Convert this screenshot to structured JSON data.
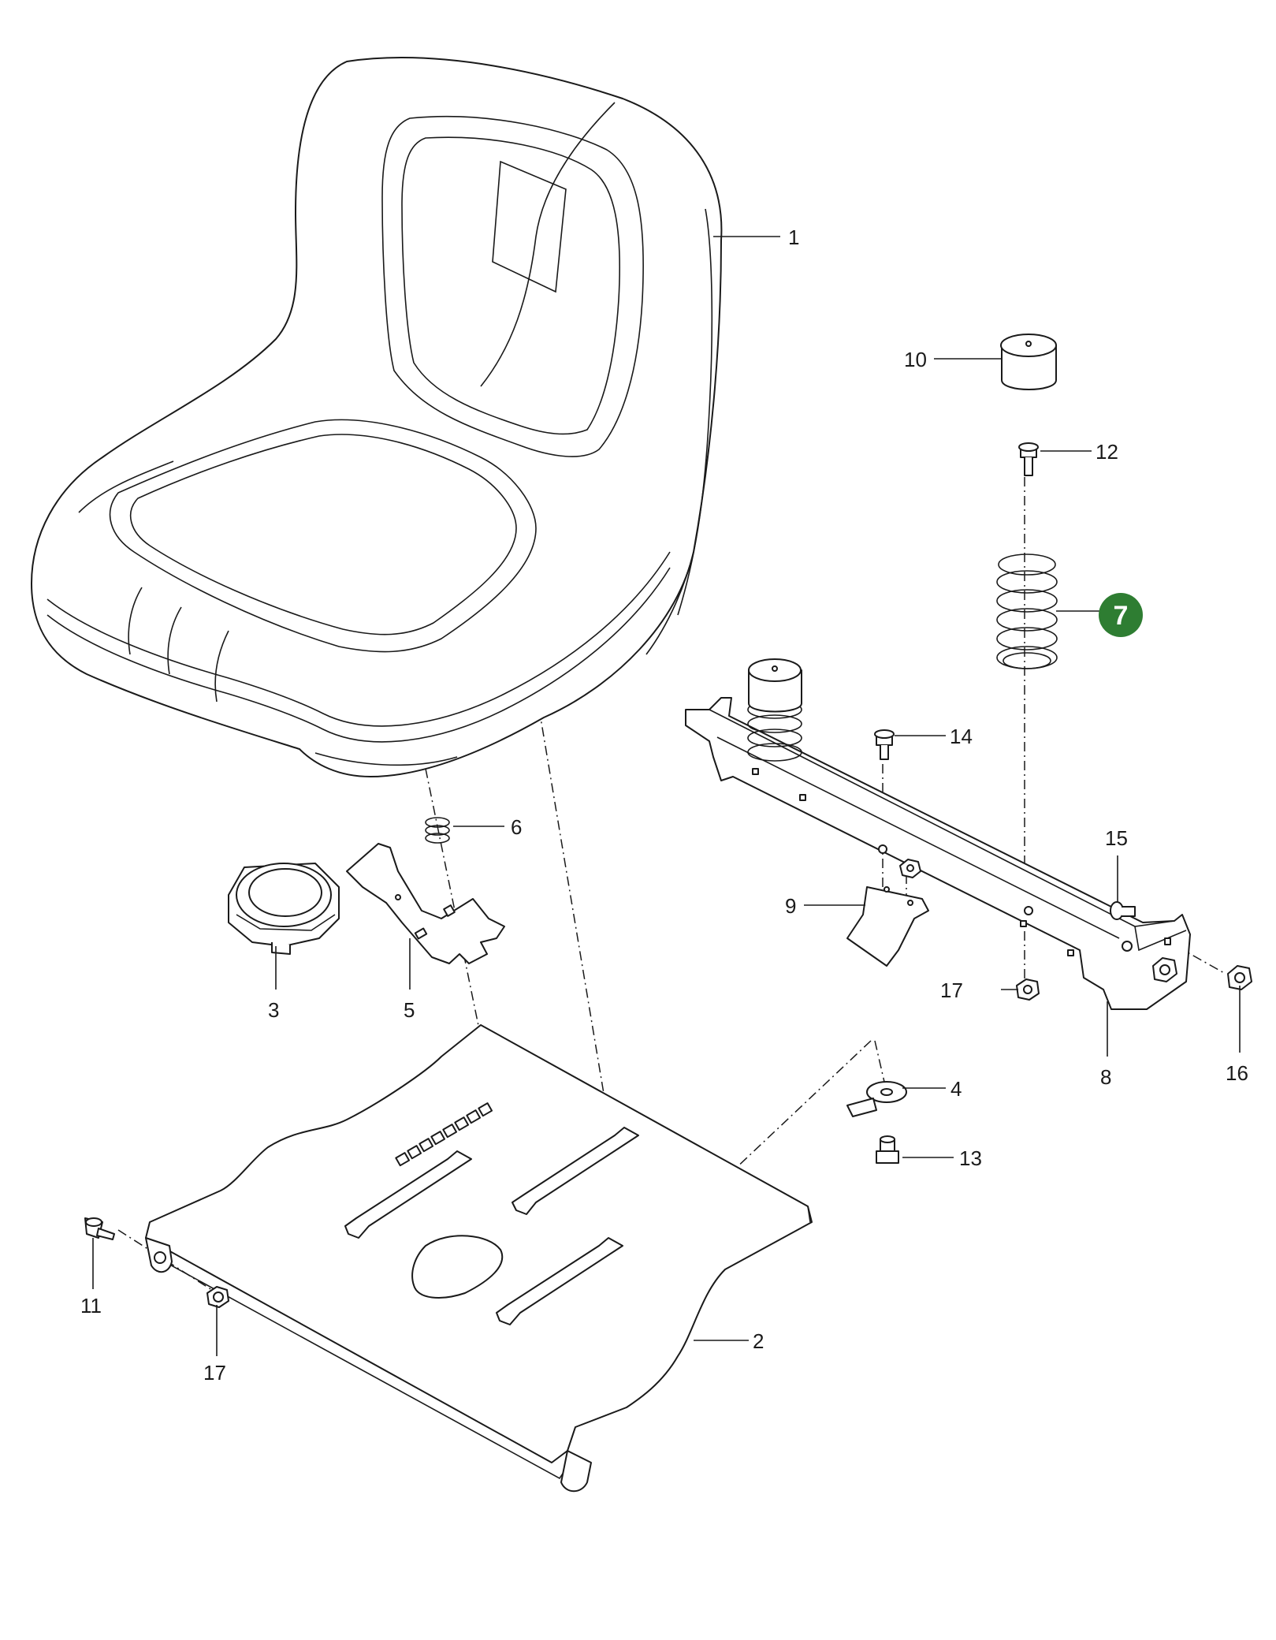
{
  "callouts": {
    "c1": "1",
    "c2": "2",
    "c3": "3",
    "c4": "4",
    "c5": "5",
    "c6": "6",
    "c7": "7",
    "c8": "8",
    "c9": "9",
    "c10": "10",
    "c11": "11",
    "c12": "12",
    "c13": "13",
    "c14": "14",
    "c15": "15",
    "c16": "16",
    "c17a": "17",
    "c17b": "17"
  },
  "highlight_color": "#2e7d32",
  "icons": {
    "seat": "seat-shape",
    "spring": "coil-spring-shape",
    "bolt": "bolt-shape",
    "nut": "nut-shape"
  }
}
